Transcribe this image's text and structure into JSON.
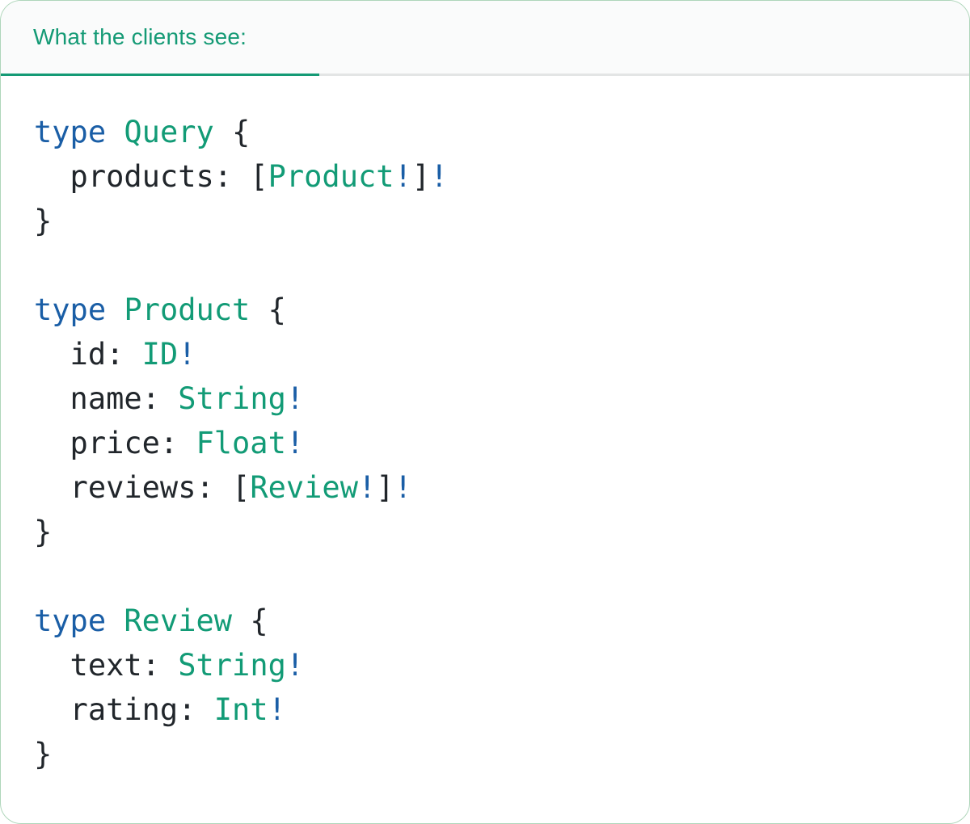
{
  "tab": {
    "label": "What the clients see:"
  },
  "colors": {
    "accent_green": "#149a75",
    "type_green": "#129b76",
    "keyword_blue": "#1a5ea6",
    "text_dark": "#21262b",
    "separator_gray": "#e3e5e5",
    "header_bg": "#fafbfb",
    "card_border": "#aed6ba",
    "card_bg": "#ffffff"
  },
  "code": {
    "language": "graphql",
    "lines": [
      [
        {
          "t": "type",
          "c": "kw"
        },
        {
          "t": " "
        },
        {
          "t": "Query",
          "c": "ty"
        },
        {
          "t": " {"
        }
      ],
      [
        {
          "t": "  products: ["
        },
        {
          "t": "Product",
          "c": "ty"
        },
        {
          "t": "!",
          "c": "kw"
        },
        {
          "t": "]"
        },
        {
          "t": "!",
          "c": "kw"
        }
      ],
      [
        {
          "t": "}"
        }
      ],
      [],
      [
        {
          "t": "type",
          "c": "kw"
        },
        {
          "t": " "
        },
        {
          "t": "Product",
          "c": "ty"
        },
        {
          "t": " {"
        }
      ],
      [
        {
          "t": "  id: "
        },
        {
          "t": "ID",
          "c": "ty"
        },
        {
          "t": "!",
          "c": "kw"
        }
      ],
      [
        {
          "t": "  name: "
        },
        {
          "t": "String",
          "c": "ty"
        },
        {
          "t": "!",
          "c": "kw"
        }
      ],
      [
        {
          "t": "  price: "
        },
        {
          "t": "Float",
          "c": "ty"
        },
        {
          "t": "!",
          "c": "kw"
        }
      ],
      [
        {
          "t": "  reviews: ["
        },
        {
          "t": "Review",
          "c": "ty"
        },
        {
          "t": "!",
          "c": "kw"
        },
        {
          "t": "]"
        },
        {
          "t": "!",
          "c": "kw"
        }
      ],
      [
        {
          "t": "}"
        }
      ],
      [],
      [
        {
          "t": "type",
          "c": "kw"
        },
        {
          "t": " "
        },
        {
          "t": "Review",
          "c": "ty"
        },
        {
          "t": " {"
        }
      ],
      [
        {
          "t": "  text: "
        },
        {
          "t": "String",
          "c": "ty"
        },
        {
          "t": "!",
          "c": "kw"
        }
      ],
      [
        {
          "t": "  rating: "
        },
        {
          "t": "Int",
          "c": "ty"
        },
        {
          "t": "!",
          "c": "kw"
        }
      ],
      [
        {
          "t": "}"
        }
      ]
    ]
  }
}
